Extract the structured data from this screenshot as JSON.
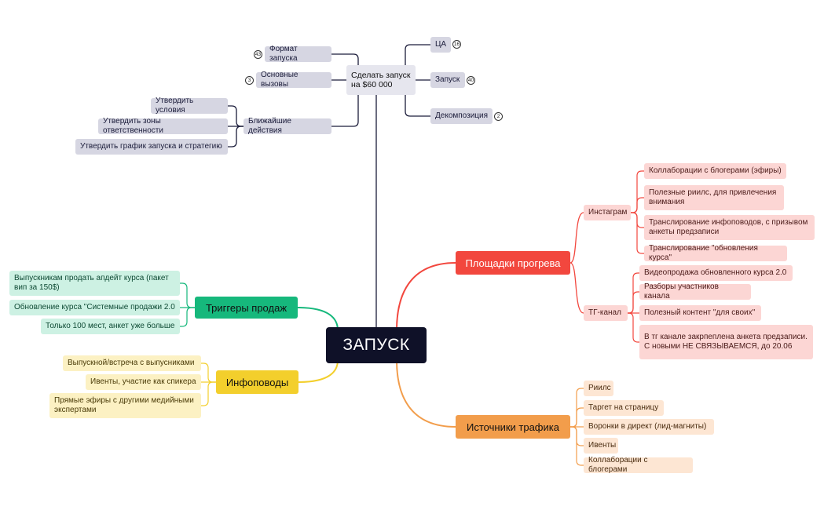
{
  "central": {
    "label": "ЗАПУСК"
  },
  "top": {
    "center": {
      "label": "Сделать запуск на $60 000"
    },
    "left": [
      {
        "label": "Формат запуска",
        "badge": "43"
      },
      {
        "label": "Основные вызовы",
        "badge": "3"
      },
      {
        "label": "Ближайшие действия",
        "children": [
          {
            "label": "Утвердить условия"
          },
          {
            "label": "Утвердить зоны ответственности"
          },
          {
            "label": "Утвердить график запуска и стратегию"
          }
        ]
      }
    ],
    "right": [
      {
        "label": "ЦА",
        "badge": "16"
      },
      {
        "label": "Запуск",
        "badge": "40"
      },
      {
        "label": "Декомпозиция",
        "badge": "2"
      }
    ]
  },
  "branches": {
    "warmup": {
      "label": "Площадки прогрева",
      "color": "#f2473e",
      "children": [
        {
          "label": "Инстаграм",
          "children": [
            {
              "label": "Коллаборации с блогерами (эфиры)"
            },
            {
              "label": "Полезные риилс, для привлечения внимания"
            },
            {
              "label": "Транслирование инфоповодов, с призывом анкеты предзаписи"
            },
            {
              "label": "Транслирование \"обновления курса\""
            }
          ]
        },
        {
          "label": "ТГ-канал",
          "children": [
            {
              "label": "Видеопродажа обновленного курса 2.0"
            },
            {
              "label": "Разборы участников канала"
            },
            {
              "label": "Полезный контент \"для своих\""
            },
            {
              "label": "В тг канале закрпеплена анкета предзаписи. С новыми НЕ СВЯЗЫВАЕМСЯ, до 20.06"
            }
          ]
        }
      ]
    },
    "traffic": {
      "label": "Источники трафика",
      "color": "#f29d4b",
      "children": [
        {
          "label": "Риилс"
        },
        {
          "label": "Таргет на страницу"
        },
        {
          "label": "Воронки в директ (лид-магниты)"
        },
        {
          "label": "Ивенты"
        },
        {
          "label": "Коллаборации с блогерами"
        }
      ]
    },
    "triggers": {
      "label": "Триггеры продаж",
      "color": "#16b87c",
      "children": [
        {
          "label": "Выпускникам продать апдейт курса (пакет вип за 150$)"
        },
        {
          "label": "Обновление курса \"Системные продажи 2.0"
        },
        {
          "label": "Только 100 мест, анкет уже больше"
        }
      ]
    },
    "news": {
      "label": "Инфоповоды",
      "color": "#f3cf2c",
      "children": [
        {
          "label": "Выпускной/встреча с выпусниками"
        },
        {
          "label": "Ивенты, участие как спикера"
        },
        {
          "label": "Прямые эфиры с другими медийными экспертами"
        }
      ]
    }
  },
  "colors": {
    "topLine": "#1b1c3a",
    "central": "#0f1128"
  }
}
